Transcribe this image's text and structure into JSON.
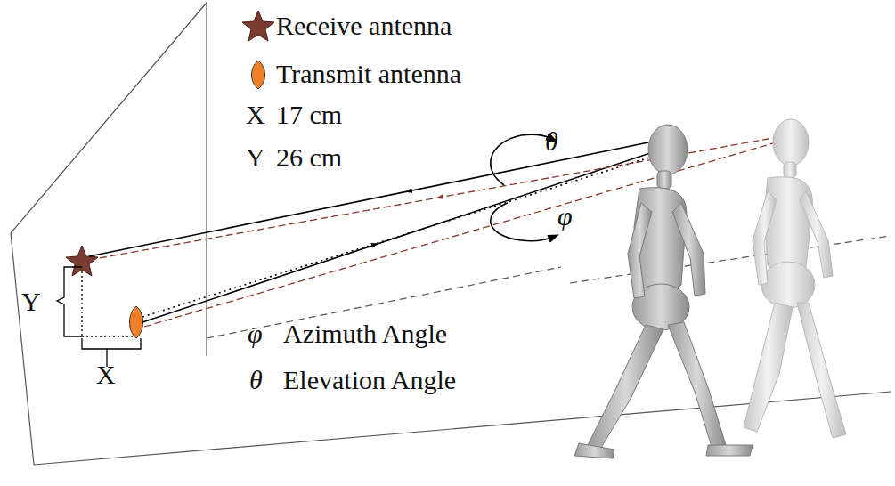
{
  "diagram": {
    "labels": [
      "X",
      "17 cm",
      "Y",
      "26 cm",
      "φ",
      "Azimuth Angle",
      "θ",
      "Elevation Angle",
      "θ",
      "φ",
      "Y",
      "X"
    ],
    "legend": [
      {
        "text": "Receive antenna"
      },
      {
        "text": "Transmit antenna"
      }
    ]
  }
}
